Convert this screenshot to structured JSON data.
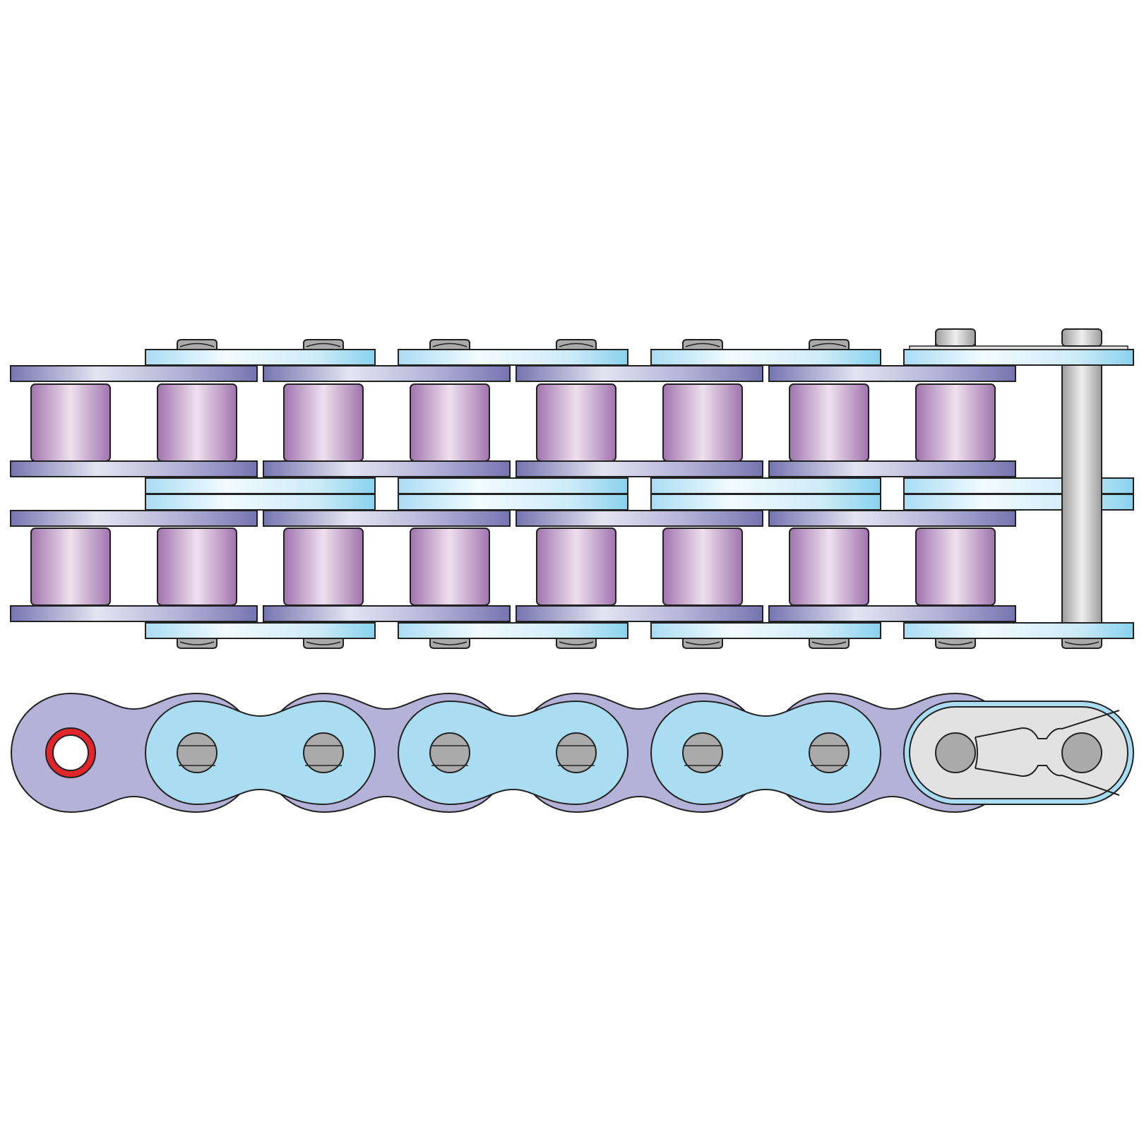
{
  "diagram": {
    "subject": "",
    "strands": 2,
    "pitches": 9,
    "views": [
      "top-view",
      "side-view"
    ],
    "colors": {
      "outer_plate": "#aadcf2",
      "inner_plate": "#b4b2d8",
      "inner_plate_dark": "#7876b2",
      "roller": "#a87cb4",
      "roller_light": "#ecdcec",
      "pin": "#aaaaaa",
      "pin_light": "#e2e2e2",
      "clip": "#e2e2e2",
      "bushing_ring": "#e1262b",
      "outline": "#222222"
    },
    "parts": {
      "outer_link_count": 4,
      "inner_link_count": 4,
      "connecting_link": "spring-clip-connecting-link",
      "end_bushing": "open-bushing-end"
    }
  }
}
